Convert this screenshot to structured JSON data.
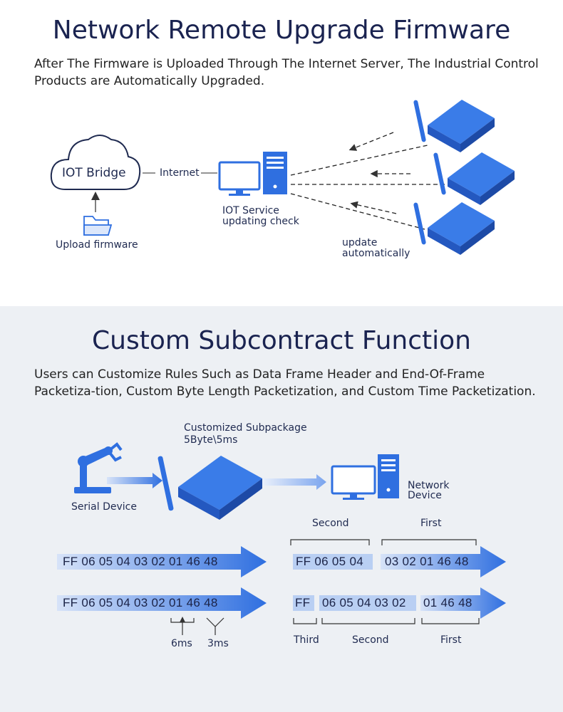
{
  "section1": {
    "title": "Network Remote Upgrade Firmware",
    "description": "After The Firmware is Uploaded Through The Internet Server, The Industrial Control Products are Automatically Upgraded.",
    "cloud_label": "IOT Bridge",
    "internet_label": "Internet",
    "upload_label": "Upload firmware",
    "service_label_1": "IOT Service",
    "service_label_2": "updating check",
    "update_label_1": "update",
    "update_label_2": "automatically"
  },
  "section2": {
    "title": "Custom Subcontract Function",
    "description": "Users can Customize Rules Such as Data Frame Header and End-Of-Frame Packetiza-tion, Custom Byte Length Packetization, and Custom Time Packetization.",
    "subpackage_label_1": "Customized Subpackage",
    "subpackage_label_2": "5Byte\\5ms",
    "serial_label": "Serial Device",
    "network_label_1": "Network",
    "network_label_2": "Device",
    "row1_left": "FF 06 05 04 03 02 01 46 48",
    "row1_part_second": "FF 06 05 04",
    "row1_part_first": "03 02 01 46 48",
    "row2_left": "FF 06 05 04 03 02 01 46 48",
    "row2_part_third": "FF",
    "row2_part_second": "06 05 04 03 02",
    "row2_part_first": "01 46 48",
    "bracket_second_top": "Second",
    "bracket_first_top": "First",
    "bracket_third_bottom": "Third",
    "bracket_second_bottom": "Second",
    "bracket_first_bottom": "First",
    "time_6ms": "6ms",
    "time_3ms": "3ms"
  },
  "colors": {
    "title": "#1a2350",
    "device_blue": "#2f6fe0",
    "arrow_blue": "#2f6fe0",
    "bg_light": "#edf0f4"
  }
}
